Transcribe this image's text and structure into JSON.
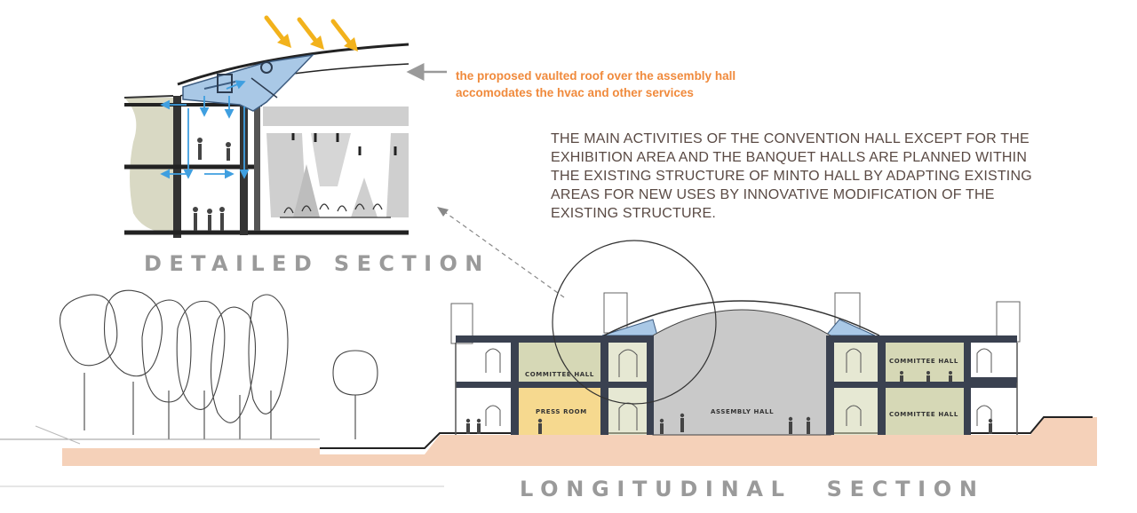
{
  "annotation": {
    "line1": "the proposed vaulted roof over the assembly hall",
    "line2": "accomodates the hvac and other services"
  },
  "description": {
    "lines": [
      "THE MAIN ACTIVITIES OF THE CONVENTION HALL EXCEPT FOR THE",
      "EXHIBITION AREA AND THE BANQUET HALLS ARE PLANNED WITHIN",
      "THE EXISTING STRUCTURE OF MINTO HALL BY ADAPTING EXISTING",
      "AREAS FOR NEW USES BY INNOVATIVE MODIFICATION OF THE",
      "EXISTING STRUCTURE."
    ]
  },
  "titles": {
    "detailed_section": "DETAILED SECTION",
    "longitudinal_section": "LONGITUDINAL SECTION"
  },
  "room_labels": {
    "committee_hall": "COMMITTEE HALL",
    "press_room": "PRESS ROOM",
    "assembly_hall": "ASSEMBLY HALL"
  },
  "colors": {
    "annotation_text": "#f08a3c",
    "sun_arrows": "#f2b21c",
    "hvac_blue": "#a9c8e6",
    "airflow_arrows": "#3f9fe0",
    "room_green": "#d6d8b6",
    "press_room_yellow": "#f6d98f",
    "assembly_grey": "#c9c9c9",
    "ground_orange": "#f2c2a2",
    "title_grey": "#9a9a9a",
    "body_text": "#5a4a44"
  }
}
